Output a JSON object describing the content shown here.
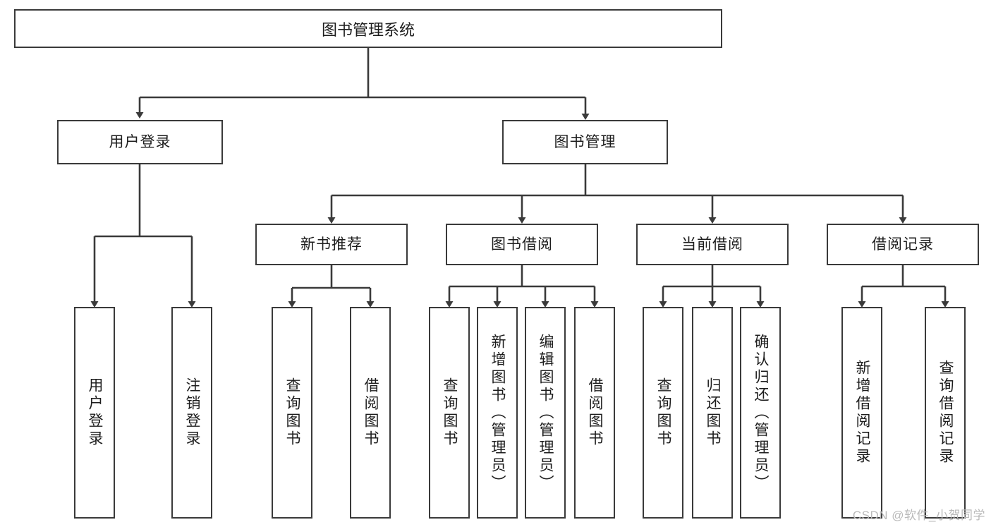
{
  "diagram": {
    "title": "图书管理系统",
    "type": "tree-hierarchy-diagram",
    "watermark": "CSDN @软件_小贺同学",
    "colors": {
      "box_border": "#3a3a3a",
      "box_fill": "#ffffff",
      "connector": "#3a3a3a",
      "text": "#1d1d1d",
      "watermark": "#b9b9b9",
      "background": "#ffffff"
    },
    "root": {
      "label": "图书管理系统"
    },
    "level2": [
      {
        "label": "用户登录"
      },
      {
        "label": "图书管理"
      }
    ],
    "level3": [
      {
        "label": "新书推荐"
      },
      {
        "label": "图书借阅"
      },
      {
        "label": "当前借阅"
      },
      {
        "label": "借阅记录"
      }
    ],
    "leaves": {
      "user_login": [
        {
          "label": "用户登录"
        },
        {
          "label": "注销登录"
        }
      ],
      "new_book_recommend": [
        {
          "label": "查询图书"
        },
        {
          "label": "借阅图书"
        }
      ],
      "book_borrow": [
        {
          "label": "查询图书"
        },
        {
          "label": "新增图书（管理员）"
        },
        {
          "label": "编辑图书（管理员）"
        },
        {
          "label": "借阅图书"
        }
      ],
      "current_borrow": [
        {
          "label": "查询图书"
        },
        {
          "label": "归还图书"
        },
        {
          "label": "确认归还（管理员）"
        }
      ],
      "borrow_record": [
        {
          "label": "新增借阅记录"
        },
        {
          "label": "查询借阅记录"
        }
      ]
    }
  }
}
